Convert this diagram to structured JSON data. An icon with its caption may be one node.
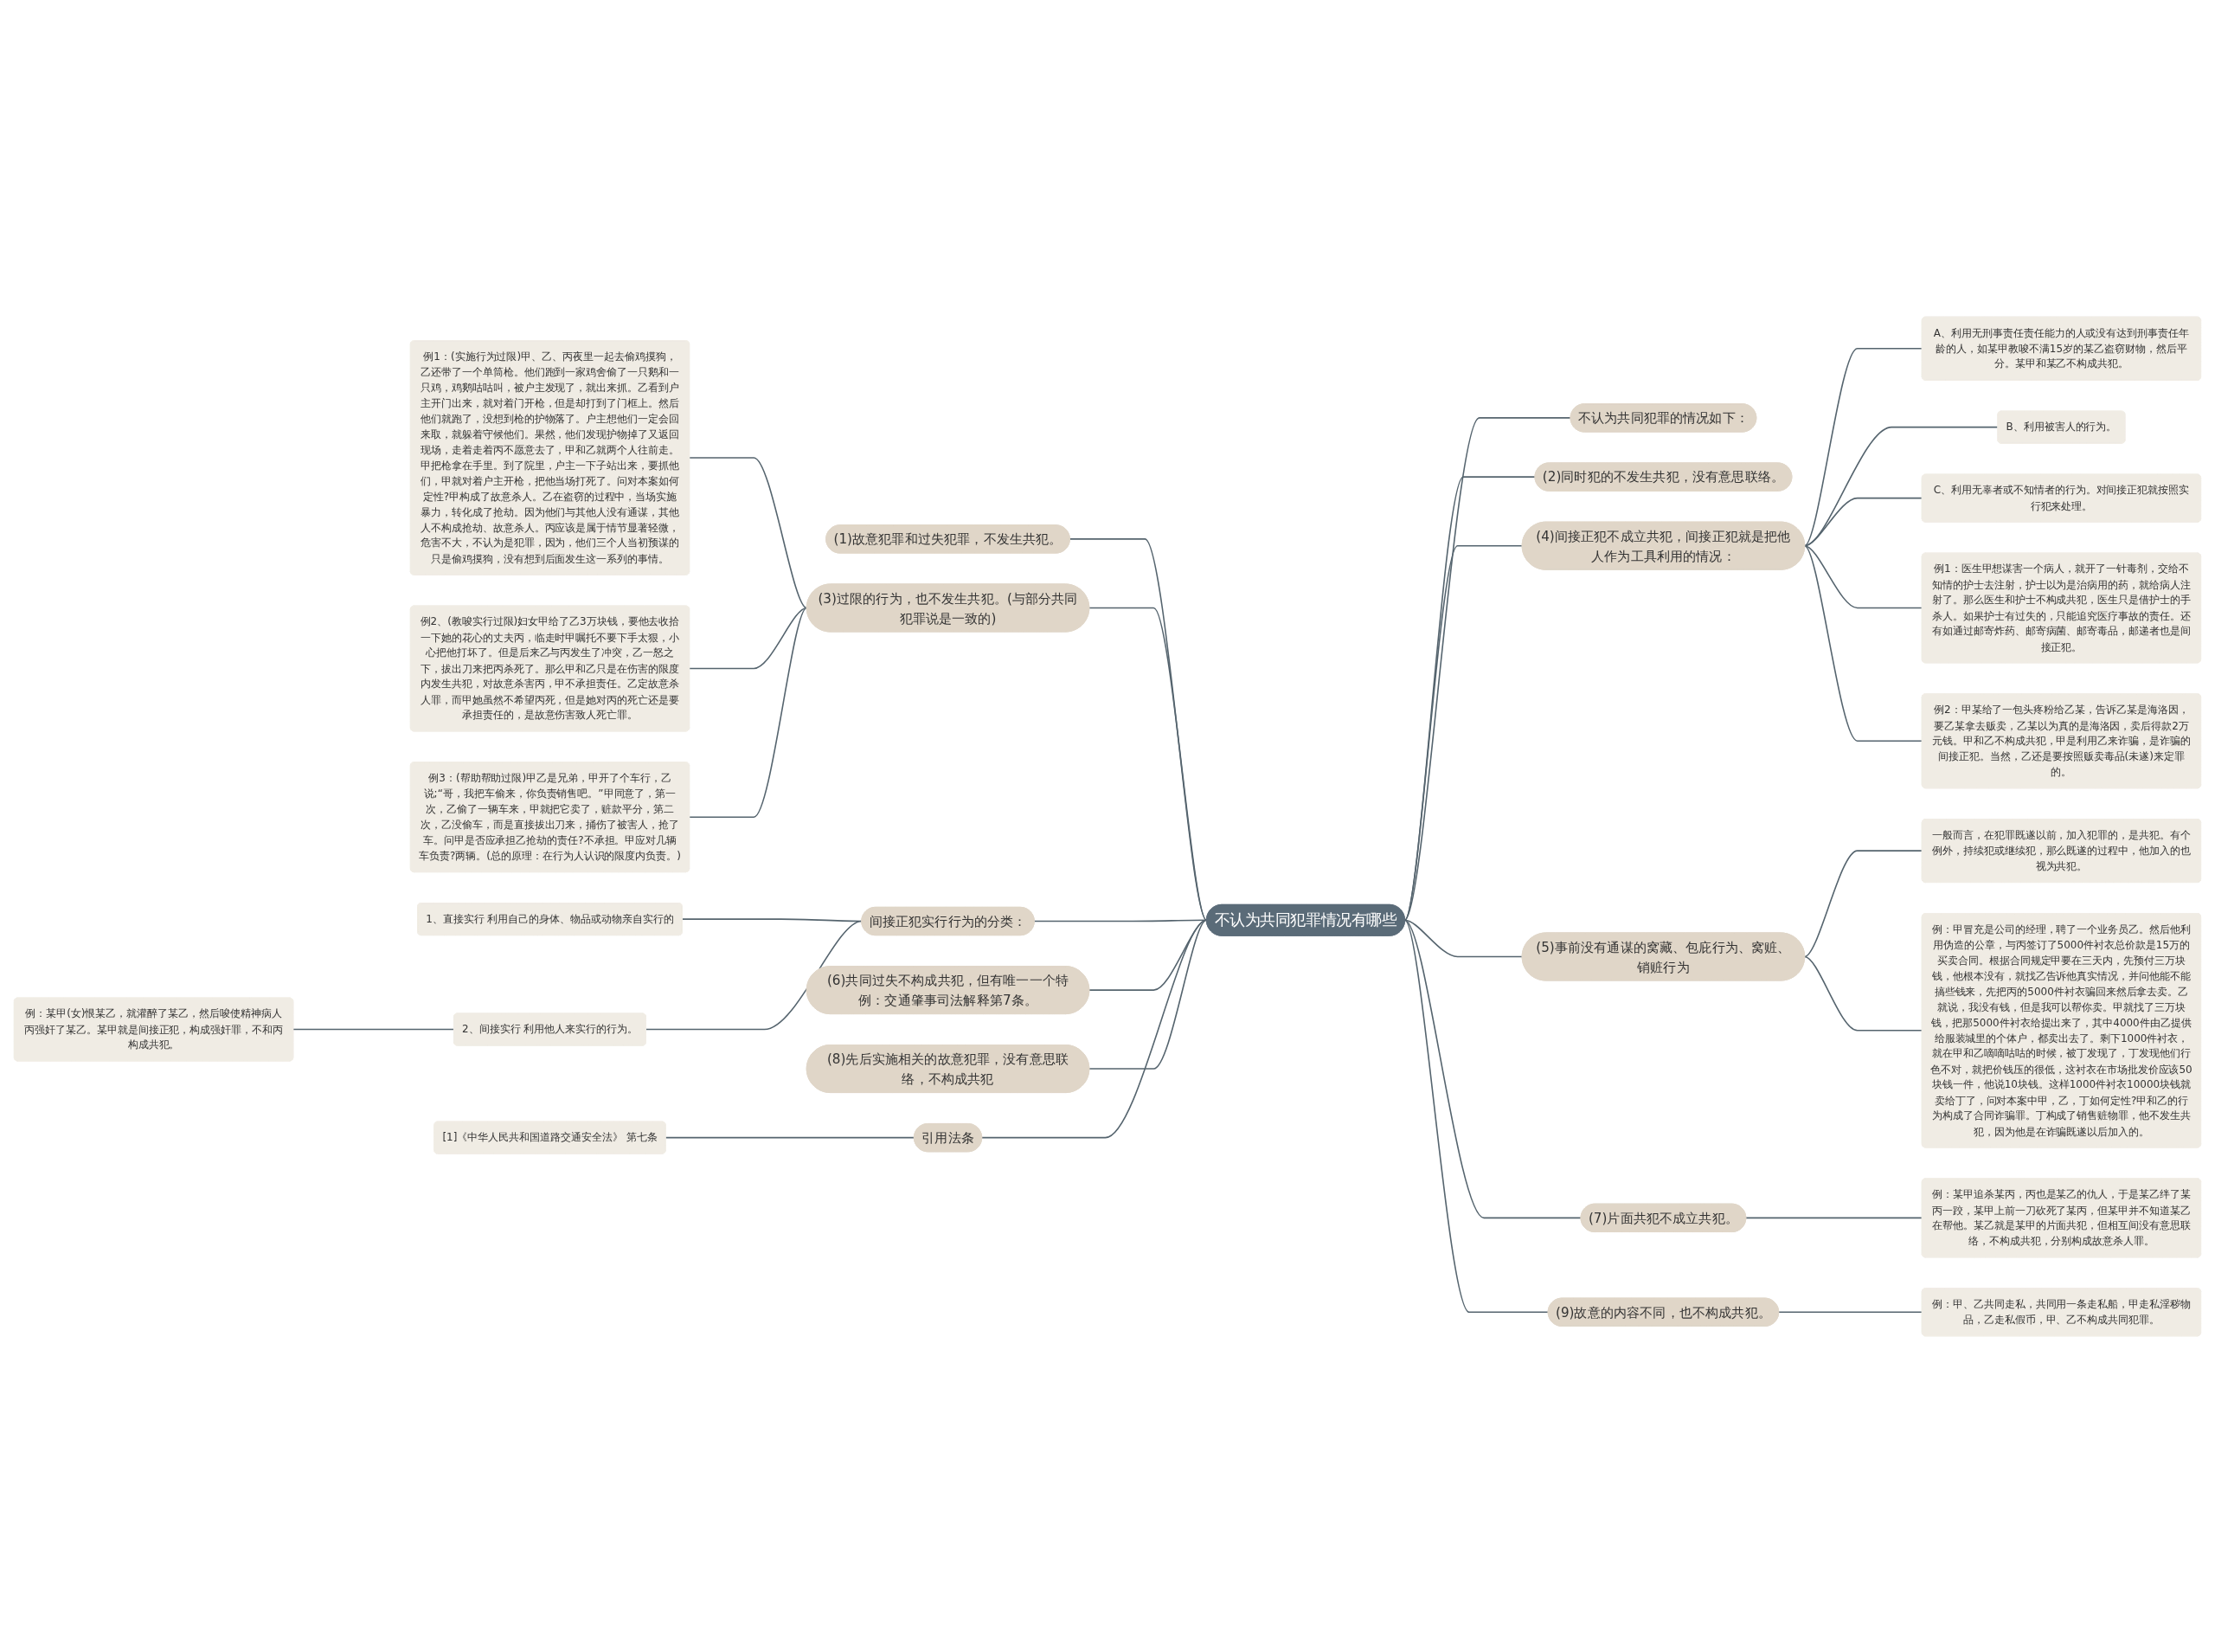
{
  "diagram": {
    "nodes": [
      {
        "text": [
          "不认为共同犯罪情况有哪些"
        ]
      },
      {
        "text": [
          "(1)故意犯罪和过失犯罪，不发生共犯。"
        ]
      },
      {
        "text": [
          "(3)过限的行为，也不发生共犯。(与部分共同犯罪说是一致的)"
        ]
      },
      {
        "text": [
          "例1：(实施行为过限)甲、乙、丙夜里一起去偷鸡摸狗，乙还带了一个单筒枪。他们跑到一家鸡舍偷了一只鹅和一只鸡，鸡鹅咕咕叫，被户主发现了，就出来抓。乙看到户主开门出来，就对着门开枪，但是却打到了门框上。然后他们就跑了，没想到枪的护物落了。户主想他们一定会回来取，就躲着守候他们。果然，他们发现护物掉了又返回现场，走着走着丙不愿意去了，甲和乙就两个人往前走。甲把枪拿在手里。到了院里，户主一下子站出来，要抓他们，甲就对着户主开枪，把他当场打死了。问对本案如何定性?甲构成了故意杀人。乙在盗窃的过程中，当场实施暴力，转化成了抢劫。因为他们与其他人没有通谋，其他人不构成抢劫、故意杀人。丙应该是属于情节显著轻微，危害不大，不认为是犯罪，因为，他们三个人当初预谋的只是偷鸡摸狗，没有想到后面发生这一系列的事情。"
        ]
      },
      {
        "text": [
          "例2、(教唆实行过限)妇女甲给了乙3万块钱，要他去收拾一下她的花心的丈夫丙，临走时甲嘱托不要下手太狠，小心把他打坏了。但是后来乙与丙发生了冲突，乙一怒之下，拔出刀来把丙杀死了。那么甲和乙只是在伤害的限度内发生共犯，对故意杀害丙，甲不承担责任。乙定故意杀人罪，而甲她虽然不希望丙死，但是她对丙的死亡还是要承担责任的，是故意伤害致人死亡罪。"
        ]
      },
      {
        "text": [
          "例3：(帮助帮助过限)甲乙是兄弟，甲开了个车行，乙说;“哥，我把车偷来，你负责销售吧。”甲同意了，第一次，乙偷了一辆车来，甲就把它卖了，赃款平分，第二次，乙没偷车，而是直接拔出刀来，捅伤了被害人，抢了车。问甲是否应承担乙抢劫的责任?不承担。甲应对几辆车负责?两辆。(总的原理：在行为人认识的限度内负责。)"
        ]
      },
      {
        "text": [
          "间接正犯实行行为的分类："
        ]
      },
      {
        "text": [
          "1、直接实行 利用自己的身体、物品或动物亲自实行的"
        ]
      },
      {
        "text": [
          "2、间接实行 利用他人来实行的行为。"
        ]
      },
      {
        "text": [
          "例：某甲(女)恨某乙，就灌醉了某乙，然后唆使精神病人丙强奸了某乙。某甲就是间接正犯，构成强奸罪，不和丙构成共犯。"
        ]
      },
      {
        "text": [
          "(6)共同过失不构成共犯，但有唯一一个特例：交通肇事司法解释第7条。"
        ]
      },
      {
        "text": [
          "(8)先后实施相关的故意犯罪，没有意思联络，不构成共犯"
        ]
      },
      {
        "text": [
          "引用法条"
        ]
      },
      {
        "text": [
          "[1]《中华人民共和国道路交通安全法》 第七条"
        ]
      },
      {
        "text": [
          "不认为共同犯罪的情况如下："
        ]
      },
      {
        "text": [
          "(2)同时犯的不发生共犯，没有意思联络。"
        ]
      },
      {
        "text": [
          "(4)间接正犯不成立共犯，间接正犯就是把他人作为工具利用的情况："
        ]
      },
      {
        "text": [
          "A、利用无刑事责任责任能力的人或没有达到刑事责任年龄的人，如某甲教唆不满15岁的某乙盗窃财物，然后平分。某甲和某乙不构成共犯。"
        ]
      },
      {
        "text": [
          "B、利用被害人的行为。"
        ]
      },
      {
        "text": [
          "C、利用无辜者或不知情者的行为。对间接正犯就按照实行犯来处理。"
        ]
      },
      {
        "text": [
          "例1：医生甲想谋害一个病人，就开了一针毒剂，交给不知情的护士去注射，护士以为是治病用的药，就给病人注射了。那么医生和护士不构成共犯，医生只是借护士的手杀人。如果护士有过失的，只能追究医疗事故的责任。还有如通过邮寄炸药、邮寄病菌、邮寄毒品，邮递者也是间接正犯。"
        ]
      },
      {
        "text": [
          "例2：甲某给了一包头疼粉给乙某，告诉乙某是海洛因，要乙某拿去贩卖，乙某以为真的是海洛因，卖后得款2万元钱。甲和乙不构成共犯，甲是利用乙来诈骗，是诈骗的间接正犯。当然，乙还是要按照贩卖毒品(未遂)来定罪的。"
        ]
      },
      {
        "text": [
          "(5)事前没有通谋的窝藏、包庇行为、窝赃、销赃行为"
        ]
      },
      {
        "text": [
          "一般而言，在犯罪既遂以前，加入犯罪的，是共犯。有个例外，持续犯或继续犯，那么既遂的过程中，他加入的也视为共犯。"
        ]
      },
      {
        "text": [
          "例：甲冒充是公司的经理，聘了一个业务员乙。然后他利用伪造的公章，与丙签订了5000件衬衣总价款是15万的买卖合同。根据合同规定甲要在三天内，先预付三万块钱，他根本没有，就找乙告诉他真实情况，并问他能不能搞些钱来，先把丙的5000件衬衣骗回来然后拿去卖。乙就说，我没有钱，但是我可以帮你卖。甲就找了三万块钱，把那5000件衬衣给提出来了，其中4000件由乙提供给服装城里的个体户，都卖出去了。剩下1000件衬衣，就在甲和乙嘀嘀咕咕的时候，被丁发现了，丁发现他们行色不对，就把价钱压的很低，这衬衣在市场批发价应该50块钱一件，他说10块钱。这样1000件衬衣10000块钱就卖给丁了，问对本案中甲，乙，丁如何定性?甲和乙的行为构成了合同诈骗罪。丁构成了销售赃物罪，他不发生共犯，因为他是在诈骗既遂以后加入的。"
        ]
      },
      {
        "text": [
          "(7)片面共犯不成立共犯。"
        ]
      },
      {
        "text": [
          "例：某甲追杀某丙，丙也是某乙的仇人，于是某乙绊了某丙一跤，某甲上前一刀砍死了某丙，但某甲并不知道某乙在帮他。某乙就是某甲的片面共犯，但相互间没有意思联络，不构成共犯，分别构成故意杀人罪。"
        ]
      },
      {
        "text": [
          "(9)故意的内容不同，也不构成共犯。"
        ]
      },
      {
        "text": [
          "例：甲、乙共同走私，共同用一条走私船，甲走私淫秽物品，乙走私假币，甲、乙不构成共同犯罪。"
        ]
      }
    ],
    "edges": [
      {
        "from": 1,
        "to": 0,
        "arrow": "none"
      },
      {
        "from": 2,
        "to": 0,
        "arrow": "none"
      },
      {
        "from": 3,
        "to": 2,
        "arrow": "none"
      },
      {
        "from": 4,
        "to": 2,
        "arrow": "none"
      },
      {
        "from": 5,
        "to": 2,
        "arrow": "none"
      },
      {
        "from": 6,
        "to": 0,
        "arrow": "none"
      },
      {
        "from": 7,
        "to": 6,
        "arrow": "none"
      },
      {
        "from": 8,
        "to": 6,
        "arrow": "none"
      },
      {
        "from": 9,
        "to": 8,
        "arrow": "none"
      },
      {
        "from": 10,
        "to": 0,
        "arrow": "none"
      },
      {
        "from": 11,
        "to": 0,
        "arrow": "none"
      },
      {
        "from": 12,
        "to": 0,
        "arrow": "none"
      },
      {
        "from": 13,
        "to": 12,
        "arrow": "none"
      },
      {
        "from": 0,
        "to": 14,
        "arrow": "none"
      },
      {
        "from": 0,
        "to": 15,
        "arrow": "none"
      },
      {
        "from": 0,
        "to": 16,
        "arrow": "none"
      },
      {
        "from": 16,
        "to": 17,
        "arrow": "none"
      },
      {
        "from": 16,
        "to": 18,
        "arrow": "none"
      },
      {
        "from": 16,
        "to": 19,
        "arrow": "none"
      },
      {
        "from": 16,
        "to": 20,
        "arrow": "none"
      },
      {
        "from": 16,
        "to": 21,
        "arrow": "none"
      },
      {
        "from": 0,
        "to": 22,
        "arrow": "none"
      },
      {
        "from": 22,
        "to": 23,
        "arrow": "none"
      },
      {
        "from": 22,
        "to": 24,
        "arrow": "none"
      },
      {
        "from": 0,
        "to": 25,
        "arrow": "none"
      },
      {
        "from": 25,
        "to": 26,
        "arrow": "none"
      },
      {
        "from": 0,
        "to": 27,
        "arrow": "none"
      },
      {
        "from": 27,
        "to": 28,
        "arrow": "none"
      }
    ]
  }
}
